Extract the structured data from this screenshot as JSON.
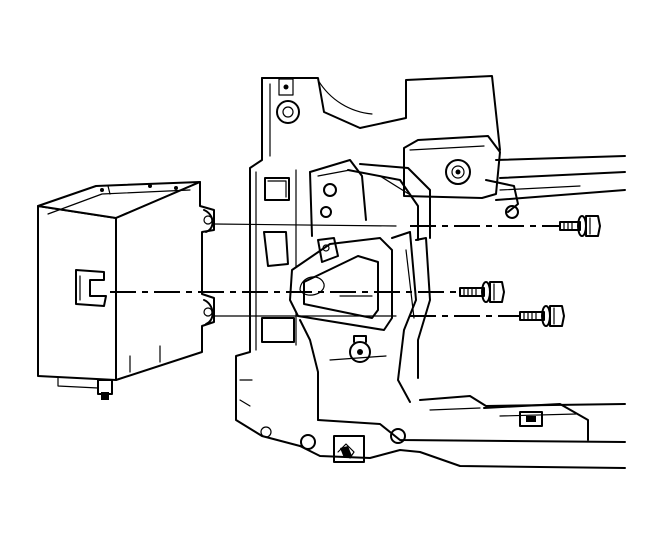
{
  "diagram": {
    "type": "exploded-assembly-illustration",
    "colors": {
      "line": "#000000",
      "background": "#ffffff"
    },
    "parts": [
      {
        "id": "control-module",
        "icon": "electronic-module-box"
      },
      {
        "id": "mounting-bracket",
        "icon": "bracket"
      },
      {
        "id": "upper-bolt",
        "icon": "flange-bolt"
      },
      {
        "id": "middle-bolt",
        "icon": "flange-bolt"
      },
      {
        "id": "lower-bolt",
        "icon": "flange-bolt"
      },
      {
        "id": "vehicle-frame",
        "icon": "body-structure"
      }
    ]
  }
}
